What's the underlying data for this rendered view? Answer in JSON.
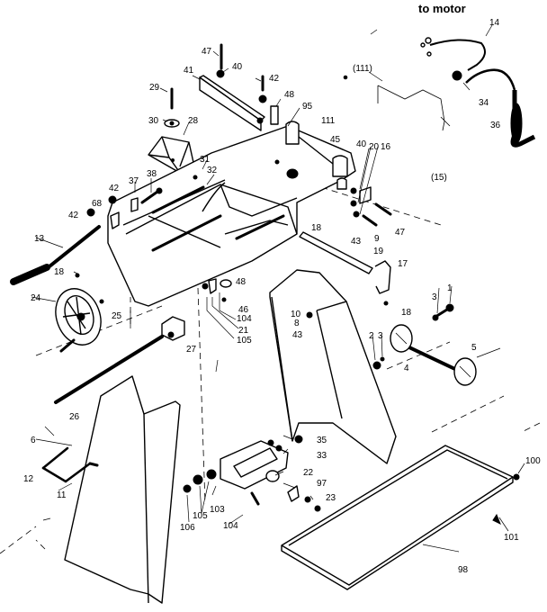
{
  "diagram": {
    "kind": "exploded parts view",
    "subject": "jointer/planer on stand",
    "annotation_motor": "to motor",
    "labels": {
      "p47a": "47",
      "p40a": "40",
      "p41": "41",
      "p42a": "42",
      "p29": "29",
      "p48a": "48",
      "p95": "95",
      "p111a": "(111)",
      "p111b": "111",
      "p14": "14",
      "p34": "34",
      "p36": "36",
      "p30": "30",
      "p28": "28",
      "p45": "45",
      "p40b": "40",
      "p20": "20",
      "p16": "16",
      "p31": "31",
      "p32": "32",
      "p15": "(15)",
      "p38": "38",
      "p37": "37",
      "p42b": "42",
      "p68": "68",
      "p42c": "42",
      "p18a": "18",
      "p47b": "47",
      "p43a": "43",
      "p9": "9",
      "p19": "19",
      "p13": "13",
      "p17": "17",
      "p18b": "18",
      "p48b": "48",
      "p24": "24",
      "p45b": "46",
      "p104a": "104",
      "p21": "21",
      "p105a": "105",
      "p25": "25",
      "p27": "27",
      "p3a": "3",
      "p1": "1",
      "p18c": "18",
      "p10": "10",
      "p8": "8",
      "p43b": "43",
      "p2": "2",
      "p3b": "3",
      "p5": "5",
      "p4": "4",
      "p26": "26",
      "p6": "6",
      "p12": "12",
      "p11": "11",
      "p35": "35",
      "p33": "33",
      "p22": "22",
      "p97": "97",
      "p23": "23",
      "p103": "103",
      "p105b": "105",
      "p106": "106",
      "p104b": "104",
      "p100": "100",
      "p101": "101",
      "p98": "98"
    }
  }
}
